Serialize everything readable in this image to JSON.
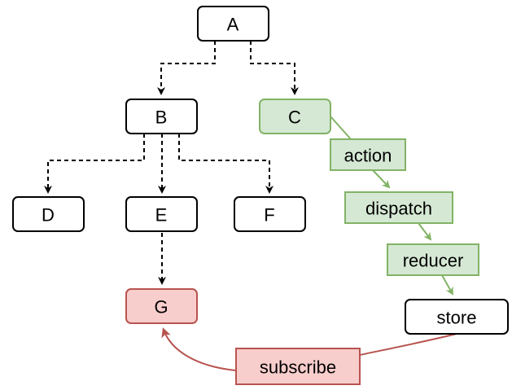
{
  "nodes": {
    "A": {
      "label": "A"
    },
    "B": {
      "label": "B"
    },
    "C": {
      "label": "C"
    },
    "D": {
      "label": "D"
    },
    "E": {
      "label": "E"
    },
    "F": {
      "label": "F"
    },
    "G": {
      "label": "G"
    },
    "action": {
      "label": "action"
    },
    "dispatch": {
      "label": "dispatch"
    },
    "reducer": {
      "label": "reducer"
    },
    "store": {
      "label": "store"
    },
    "subscribe": {
      "label": "subscribe"
    }
  },
  "colors": {
    "default_fill": "#ffffff",
    "default_stroke": "#000000",
    "green_fill": "#d5e8d4",
    "green_stroke": "#82b366",
    "red_fill": "#f8cecc",
    "red_stroke": "#b85450"
  }
}
